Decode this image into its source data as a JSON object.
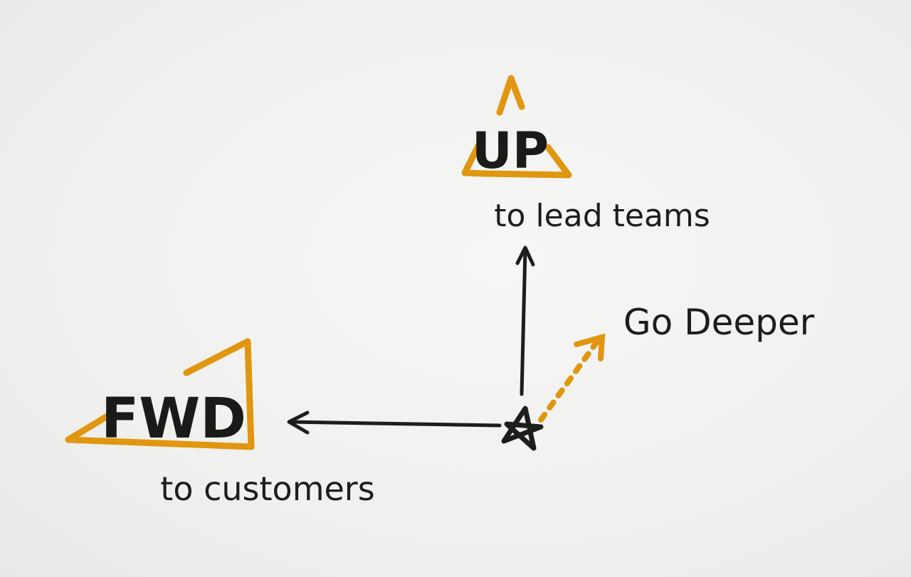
{
  "diagram": {
    "up_label": "UP",
    "up_caption": "to lead teams",
    "fwd_label": "FWD",
    "fwd_caption": "to customers",
    "deeper_label": "Go Deeper"
  },
  "colors": {
    "ink": "#1d1d1b",
    "accent": "#e0960f",
    "paper": "#f1f1ef"
  },
  "icons": {
    "origin": "star-icon"
  }
}
